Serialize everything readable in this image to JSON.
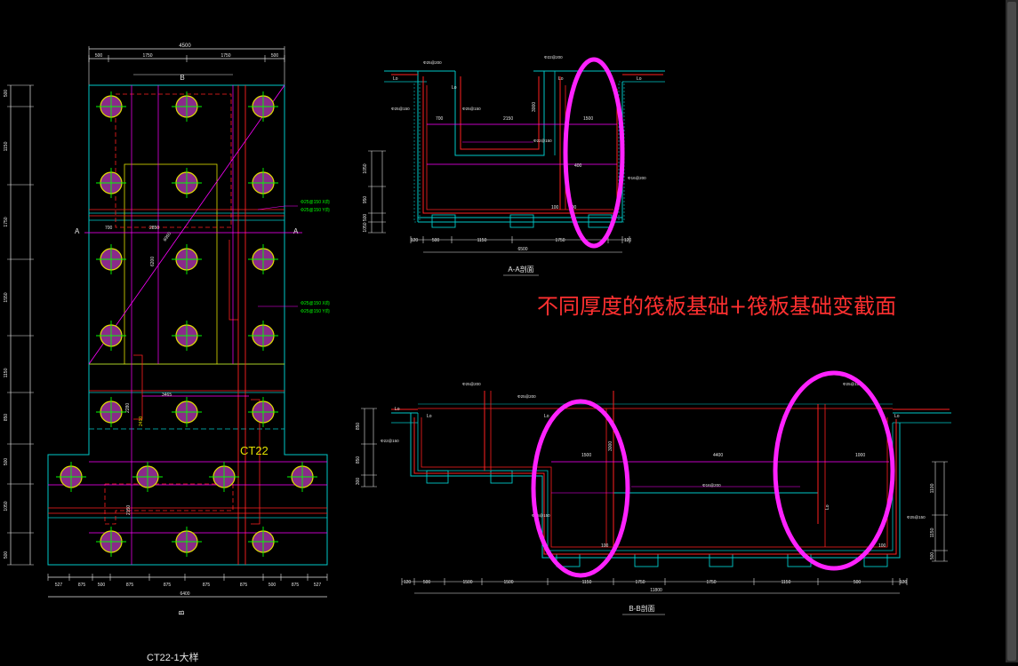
{
  "plan": {
    "overall_width": "4500",
    "top_dims": [
      "500",
      "1750",
      "1750",
      "500"
    ],
    "section_b_top": "B",
    "section_b_bottom": "B",
    "section_a_left": "A",
    "section_a_right": "A",
    "left_dims": [
      "500",
      "1150",
      "1750",
      "1550",
      "1150",
      "850",
      "500",
      "1050",
      "500"
    ],
    "dim_inner_a": "700",
    "dim_inner_b": "2850",
    "dim_diag": "6950",
    "dim_vertical": "6200",
    "dim_lower_a": "3465",
    "dim_lower_b": "2280",
    "dim_lower_c": "2150",
    "dim_pile_col": "2410",
    "pile_cap_label": "CT22",
    "rebar_note_1": "Φ25@150 X向",
    "rebar_note_2": "Φ25@150 Y向",
    "rebar_note_3": "Φ25@150 X向",
    "rebar_note_4": "Φ25@150 Y向",
    "bottom_dims": [
      "527",
      "875",
      "500",
      "875",
      "875",
      "875",
      "875",
      "500",
      "875",
      "527"
    ],
    "bottom_overall": "6400",
    "caption": "CT22-1大样"
  },
  "section_aa": {
    "title": "A-A剖面",
    "dims_bottom": [
      "120",
      "500",
      "1150",
      "1750",
      "120"
    ],
    "overall": "6500",
    "left_dims": [
      "1050",
      "950",
      "500",
      "1050"
    ],
    "labels": [
      "Lo",
      "Lo",
      "Lo",
      "Lo",
      "700",
      "2150",
      "1500",
      "3000",
      "100",
      "100",
      "400"
    ],
    "notes": [
      "Φ25@200",
      "Φ22@200",
      "Φ25@150",
      "Φ25@150",
      "Φ22@150",
      "Φ16@200"
    ]
  },
  "section_bb": {
    "title": "B-B剖面",
    "dims_bottom": [
      "120",
      "500",
      "1500",
      "1500",
      "1150",
      "1750",
      "1750",
      "1150",
      "500",
      "120"
    ],
    "overall": "11800",
    "left_dims": [
      "850",
      "850",
      "300"
    ],
    "right_dims": [
      "1100",
      "1150",
      "500"
    ],
    "labels": [
      "Lo",
      "Lo",
      "Lo",
      "1500",
      "3000",
      "4400",
      "1000",
      "Lo",
      "Lo",
      "100",
      "100"
    ],
    "notes": [
      "Φ25@200",
      "Φ25@200",
      "Φ22@150",
      "Φ25@150",
      "Φ16@200",
      "Φ25@150",
      "Φ25@150"
    ]
  },
  "annotation": "不同厚度的筏板基础+筏板基础变截面",
  "colors": {
    "background": "#000000",
    "cad_cyan": "#00c8c8",
    "cad_magenta": "#ff00ff",
    "cad_red": "#ff2020",
    "cad_yellow": "#e0e000",
    "cad_green": "#00ff00",
    "cad_white": "#e6e6e6",
    "highlight": "#ff22ff",
    "annotation_text": "#ff3030",
    "scrollbar": "#2b2b2b"
  }
}
